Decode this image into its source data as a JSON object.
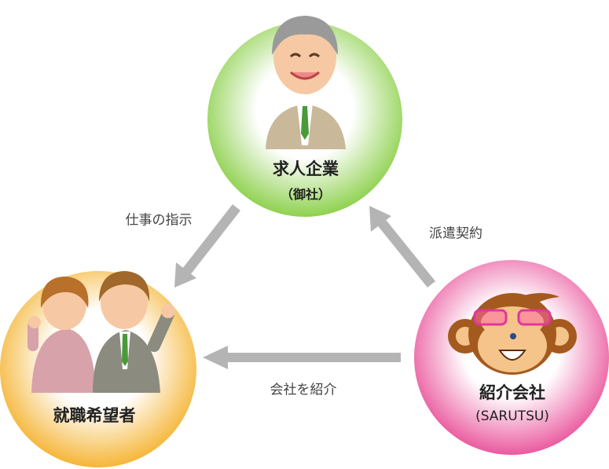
{
  "nodes": {
    "company": {
      "title": "求人企業",
      "subtitle": "（御社）",
      "color": "#8fd14f"
    },
    "seeker": {
      "title": "就職希望者",
      "color": "#f5b638"
    },
    "agency": {
      "title": "紹介会社",
      "subtitle": "(SARUTSU)",
      "color": "#ea5a9f"
    }
  },
  "edges": {
    "instruction": "仕事の指示",
    "dispatch_contract": "派遣契約",
    "introduce_company": "会社を紹介"
  },
  "arrow_color": "#b4b4b4"
}
